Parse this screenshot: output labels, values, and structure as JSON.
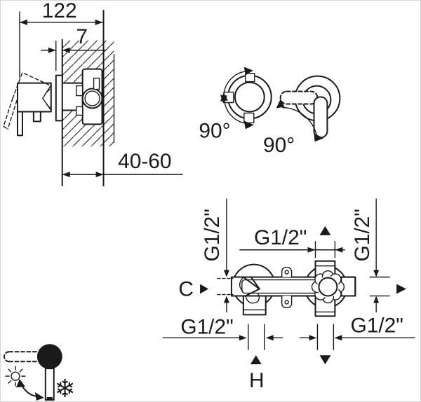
{
  "colors": {
    "line": "#1a1a1a",
    "background": "#ffffff"
  },
  "side_view": {
    "overall_depth_label": "122",
    "plate_thickness_label": "7",
    "wall_depth_range_label": "40-60"
  },
  "rotation_view": {
    "left_knob_rotation_label": "90°",
    "right_knob_rotation_label": "90°"
  },
  "front_view": {
    "left_port_thread_label": "G1/2\"",
    "top_port_thread_label": "G1/2\"",
    "right_port_thread_label": "G1/2\"",
    "bottom_left_port_thread_label": "G1/2\"",
    "bottom_right_port_thread_label": "G1/2\"",
    "left_port_label": "C",
    "bottom_port_label": "H"
  },
  "temperature_icon": {
    "snowflake_glyph": "❄"
  }
}
